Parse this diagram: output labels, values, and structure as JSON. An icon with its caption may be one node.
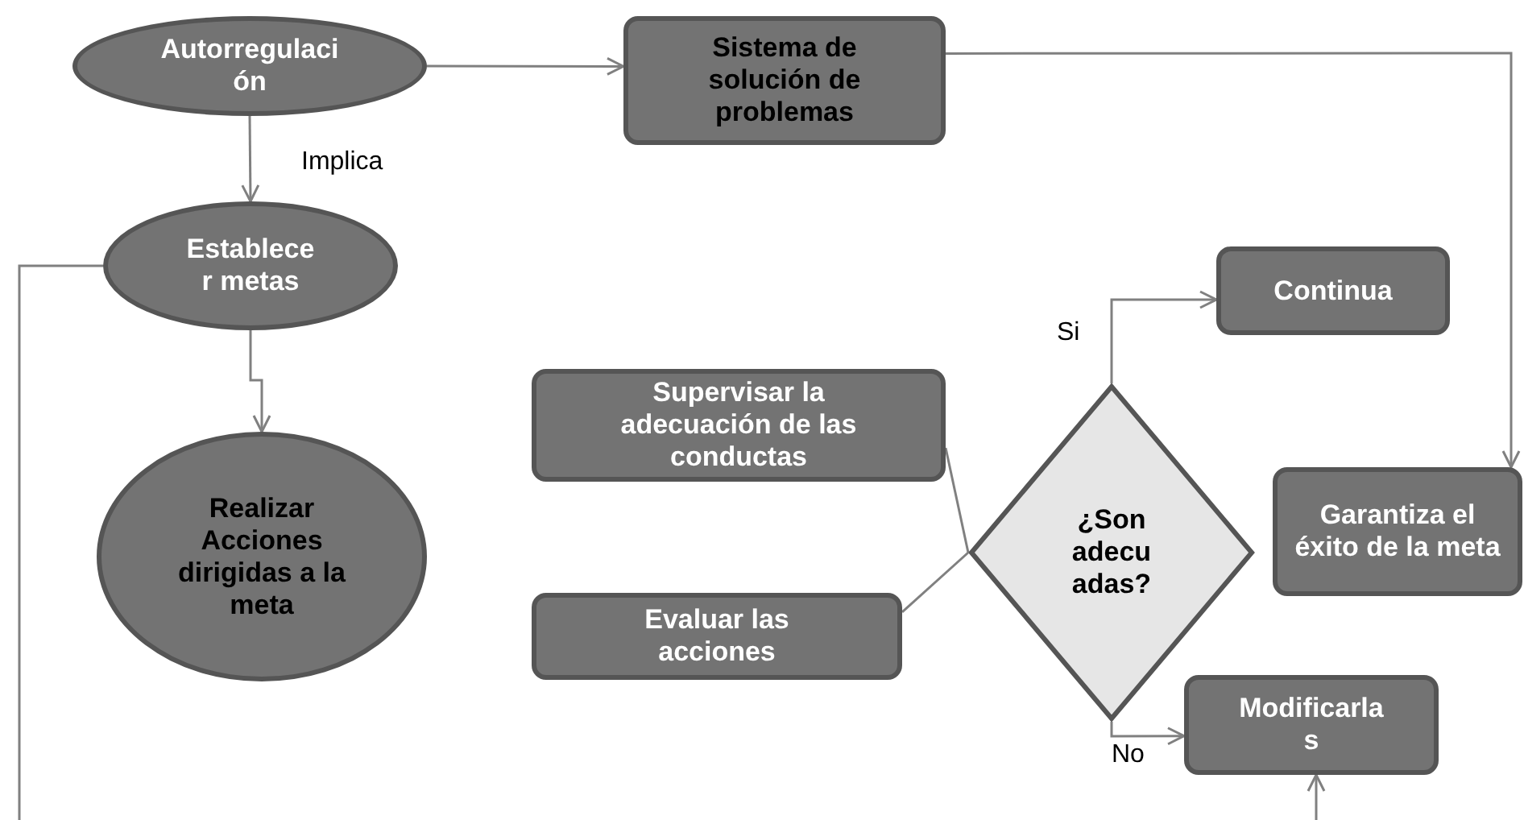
{
  "diagram": {
    "nodes": [
      {
        "text": [
          "Autorregulaci ón"
        ]
      },
      {
        "text": [
          "Sistema de solución de problemas"
        ]
      },
      {
        "text": [
          "Establece r metas"
        ]
      },
      {
        "text": [
          "Realizar Acciones dirigidas a la meta"
        ]
      },
      {
        "text": [
          "Continua"
        ]
      },
      {
        "text": [
          "Supervisar la adecuación de las conductas"
        ]
      },
      {
        "text": [
          "¿Son adecu adas?"
        ]
      },
      {
        "text": [
          "Garantiza el éxito de la meta"
        ]
      },
      {
        "text": [
          "Evaluar las acciones"
        ]
      },
      {
        "text": [
          "Modificarla s"
        ]
      }
    ],
    "edges": [
      {
        "from": 0,
        "to": 1,
        "arrow": "to"
      },
      {
        "from": 0,
        "to": 2,
        "arrow": "to",
        "label": "Implica"
      },
      {
        "from": 2,
        "to": 3,
        "arrow": "to"
      },
      {
        "from": 1,
        "to": 7,
        "arrow": "to"
      },
      {
        "from": 6,
        "to": 4,
        "arrow": "to",
        "label": "Si"
      },
      {
        "from": 6,
        "to": 9,
        "arrow": "to",
        "label": "No"
      },
      {
        "from": 5,
        "to": 6,
        "arrow": "none"
      },
      {
        "from": 8,
        "to": 6,
        "arrow": "none"
      },
      {
        "from": 2,
        "to": null,
        "arrow": "none"
      },
      {
        "from": null,
        "to": 9,
        "arrow": "to"
      }
    ]
  }
}
